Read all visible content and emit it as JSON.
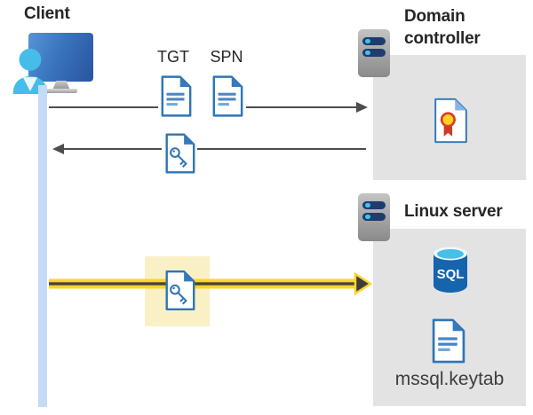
{
  "client": {
    "label": "Client"
  },
  "domain_controller": {
    "label": "Domain controller"
  },
  "linux_server": {
    "label": "Linux server",
    "sql_label": "SQL",
    "keytab_label": "mssql.keytab"
  },
  "tickets": {
    "tgt": "TGT",
    "spn": "SPN"
  },
  "colors": {
    "doc_blue": "#2e75b6",
    "doc_flap_blue": "#3579be",
    "panel_gray": "#e3e3e3",
    "highlight_yellow": "#faf0c6",
    "arrow_yellow": "#ffd42e",
    "arrow_gray": "#4d4d4d",
    "timeline_blue": "#c3dcf6",
    "client_cyan": "#45bde8",
    "sql_blue": "#1464ae",
    "server_bar_navy": "#1f3c6e",
    "cert_red": "#d6402b",
    "cert_gold": "#ffd21f"
  }
}
